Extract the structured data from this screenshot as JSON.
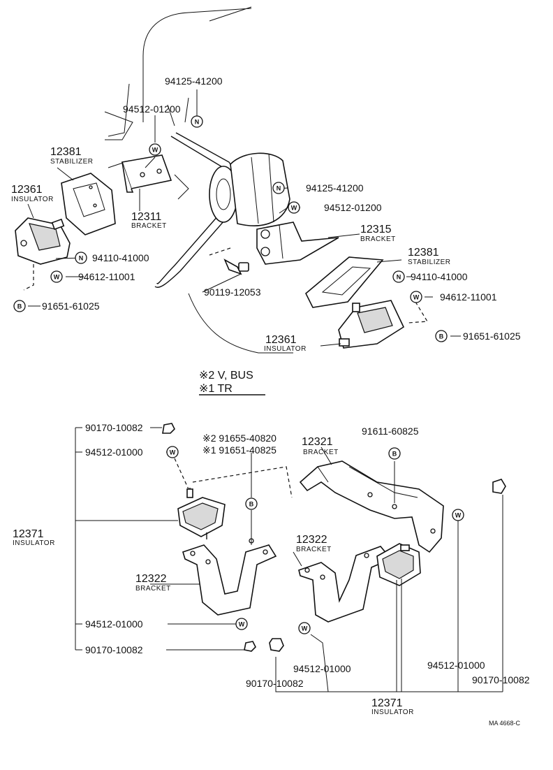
{
  "upper": {
    "n1_part": "94125-41200",
    "w1_part": "94512-01200",
    "stab_left_num": "12381",
    "stab_left_name": "STABILIZER",
    "ins_left_num": "12361",
    "ins_left_name": "INSULATOR",
    "bracket_left_num": "12311",
    "bracket_left_name": "BRACKET",
    "n_left_part": "94110-41000",
    "w_left_part": "94612-11001",
    "b_left_part": "91651-61025",
    "n2_part": "94125-41200",
    "w2_part": "94512-01200",
    "bracket_right_num": "12315",
    "bracket_right_name": "BRACKET",
    "stab_right_num": "12381",
    "stab_right_name": "STABILIZER",
    "bolt_part": "90119-12053",
    "n_right_part": "94110-41000",
    "w_right_part": "94612-11001",
    "ins_right_num": "12361",
    "ins_right_name": "INSULATOR",
    "b_right_part": "91651-61025"
  },
  "legend": {
    "line2": "※2 V, BUS",
    "line1": "※1 TR"
  },
  "lower": {
    "nut_top_left": "90170-10082",
    "washer_top_left": "94512-01000",
    "alt2_part": "※2 91655-40820",
    "alt1_part": "※1 91651-40825",
    "ins_left_num": "12371",
    "ins_left_name": "INSULATOR",
    "bracket_left_num": "12322",
    "bracket_left_name": "BRACKET",
    "washer_bottom_left": "94512-01000",
    "nut_bottom_left": "90170-10082",
    "bracket_center_num": "12321",
    "bracket_center_name": "BRACKET",
    "b_center_part": "91611-60825",
    "bracket_right_num": "12322",
    "bracket_right_name": "BRACKET",
    "washer_mid": "94512-01000",
    "nut_mid": "90170-10082",
    "washer_right": "94512-01000",
    "nut_right": "90170-10082",
    "ins_bottom_num": "12371",
    "ins_bottom_name": "INSULATOR"
  },
  "code": "MA 4668-C",
  "symbols": {
    "nut": "N",
    "washer": "W",
    "bolt": "B"
  }
}
